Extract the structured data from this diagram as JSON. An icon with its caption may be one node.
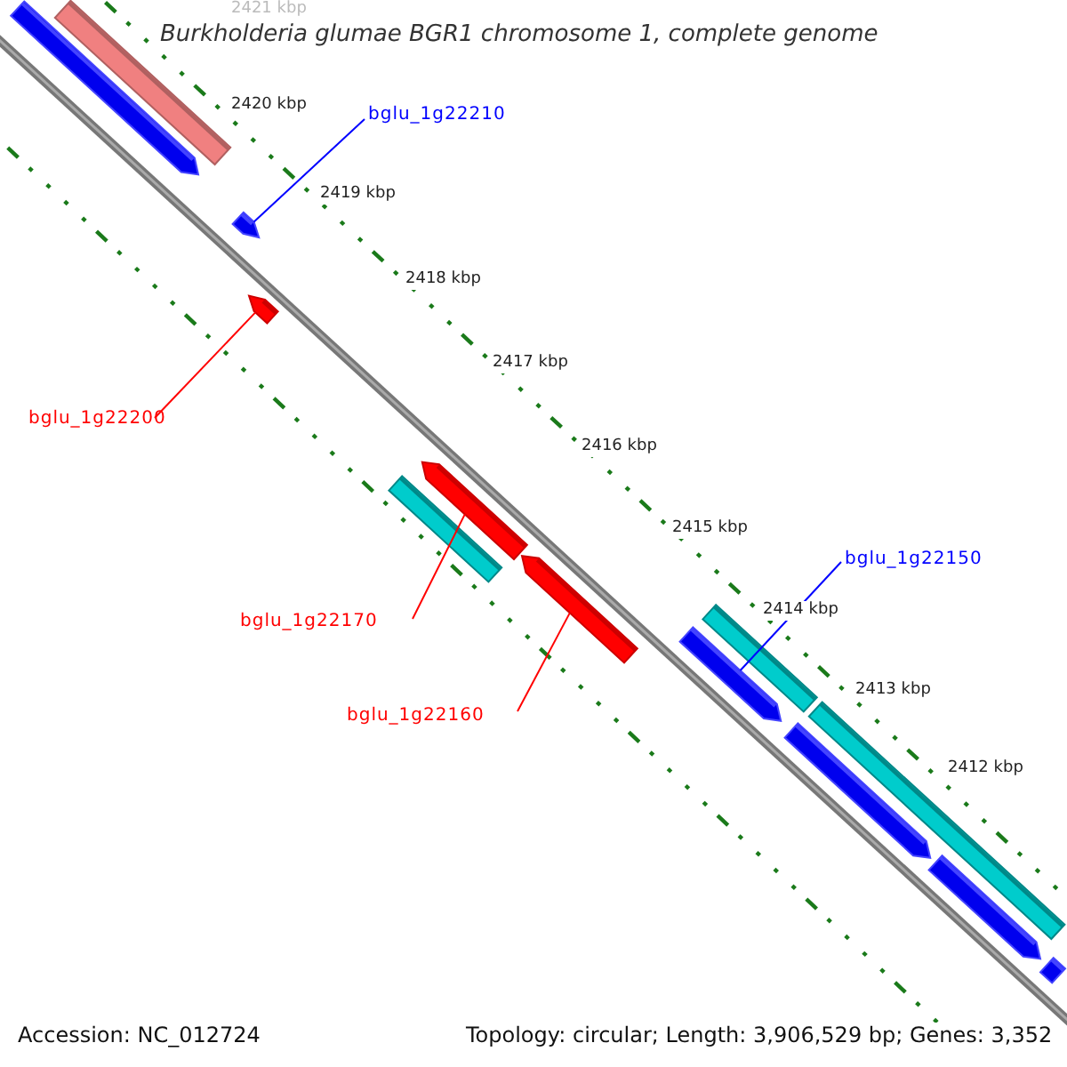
{
  "diagram": {
    "title": "Burkholderia glumae BGR1 chromosome 1, complete genome",
    "nodes": [
      {
        "text": [],
        "shape": "bar"
      },
      {
        "text": [],
        "shape": "bar"
      },
      {
        "text": [
          "bglu_1g22210"
        ]
      },
      {
        "text": [],
        "shape": "bar"
      },
      {
        "text": [],
        "shape": "bar"
      },
      {
        "text": [
          "bglu_1g22200"
        ]
      },
      {
        "text": [],
        "shape": "bar"
      },
      {
        "text": [],
        "shape": "bar"
      },
      {
        "text": [],
        "shape": "bar"
      },
      {
        "text": [
          "bglu_1g22150"
        ]
      },
      {
        "text": [],
        "shape": "bar"
      },
      {
        "text": [
          "bglu_1g22170"
        ]
      },
      {
        "text": [],
        "shape": "bar"
      },
      {
        "text": [
          "bglu_1g22160"
        ]
      },
      {
        "text": [],
        "shape": "bar"
      },
      {
        "text": [],
        "shape": "bar"
      },
      {
        "text": [],
        "shape": "bar"
      },
      {
        "text": [],
        "shape": "bar"
      }
    ],
    "edges": [
      {
        "from": 2,
        "to": 3,
        "arrow": "none",
        "color": "#0000ff"
      },
      {
        "from": 5,
        "to": 4,
        "arrow": "none",
        "color": "#ff0000"
      },
      {
        "from": 11,
        "to": 6,
        "arrow": "none",
        "color": "#ff0000"
      },
      {
        "from": 13,
        "to": 8,
        "arrow": "none",
        "color": "#ff0000"
      },
      {
        "from": 9,
        "to": 12,
        "arrow": "none",
        "color": "#0000ff"
      }
    ],
    "labels": [
      "2421 kbp",
      "2420 kbp",
      "2419 kbp",
      "2418 kbp",
      "2417 kbp",
      "2416 kbp",
      "2415 kbp",
      "2414 kbp",
      "2413 kbp",
      "2412 kbp",
      "Accession: NC_012724",
      "Topology: circular; Length: 3,906,529 bp; Genes: 3,352"
    ]
  }
}
